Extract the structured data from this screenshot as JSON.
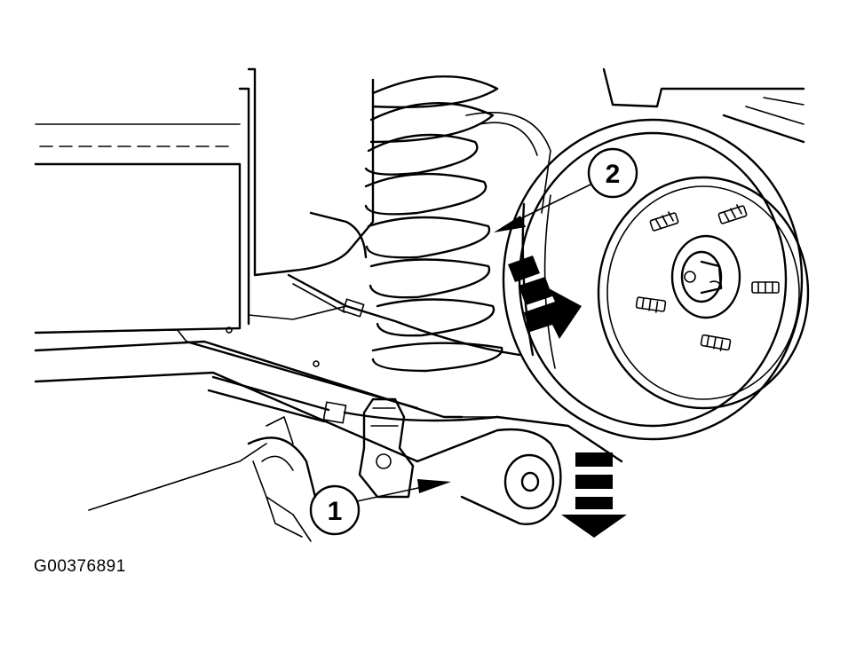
{
  "callouts": [
    {
      "number": "1"
    },
    {
      "number": "2"
    }
  ],
  "figure_id": "G00376891",
  "colors": {
    "ink": "#000000",
    "paper": "#ffffff"
  }
}
